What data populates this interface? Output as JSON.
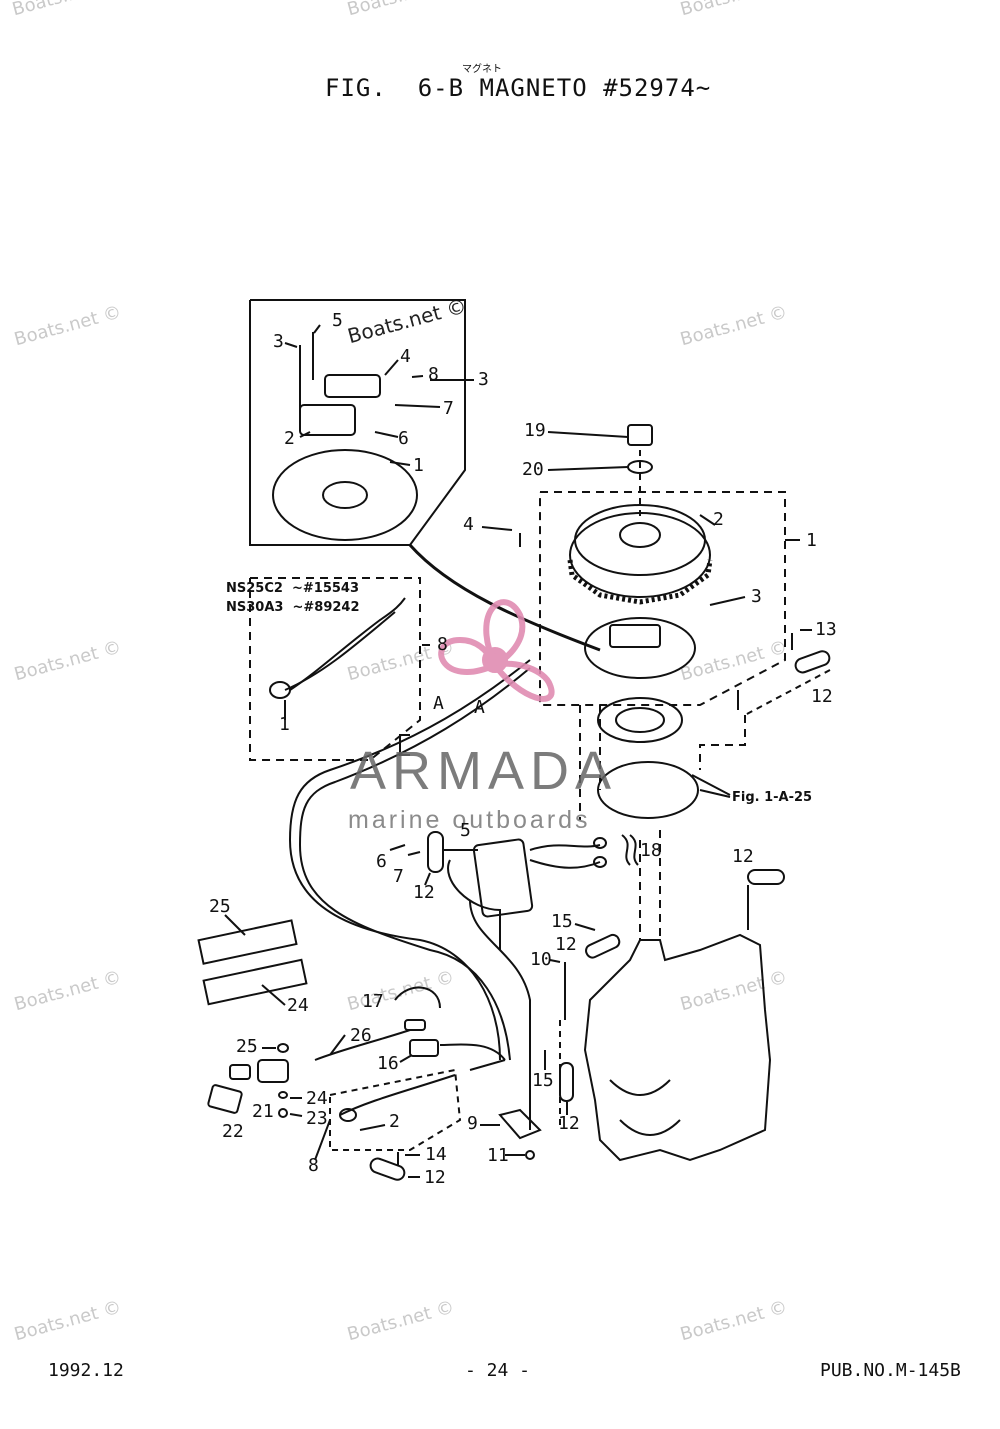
{
  "header": {
    "ruby": "マグネト",
    "title": "FIG.  6-B MAGNETO #52974~"
  },
  "footer": {
    "date": "1992.12",
    "page": "- 24 -",
    "pub": "PUB.NO.M-145B"
  },
  "watermark": {
    "text": "Boats.net ©",
    "brand": "ARMADA",
    "brand_sub": "marine outboards",
    "brand_color": "#e08cb2"
  },
  "inset_models": [
    {
      "model": "NS25C2",
      "serial": "~#15543"
    },
    {
      "model": "NS30A3",
      "serial": "~#89242"
    }
  ],
  "fig_ref": "Fig. 1-A-25",
  "callouts": {
    "c1": "5",
    "c2": "3",
    "c3": "4",
    "c4": "8",
    "c5": "3",
    "c6": "7",
    "c7": "2",
    "c8": "6",
    "c9": "1",
    "c10": "19",
    "c11": "20",
    "c12": "4",
    "c13": "2",
    "c14": "1",
    "c15": "3",
    "c16": "13",
    "c17": "12",
    "c18": "8",
    "c19": "1",
    "c20": "A",
    "c21": "A",
    "c22": "5",
    "c23": "6",
    "c24": "7",
    "c25": "12",
    "c26": "18",
    "c27": "12",
    "c28": "25",
    "c29": "24",
    "c30": "15",
    "c31": "12",
    "c32": "10",
    "c33": "17",
    "c34": "26",
    "c35": "25",
    "c36": "16",
    "c37": "15",
    "c38": "24",
    "c39": "21",
    "c40": "23",
    "c41": "22",
    "c42": "2",
    "c43": "9",
    "c44": "12",
    "c45": "8",
    "c46": "14",
    "c47": "11",
    "c48": "12"
  }
}
